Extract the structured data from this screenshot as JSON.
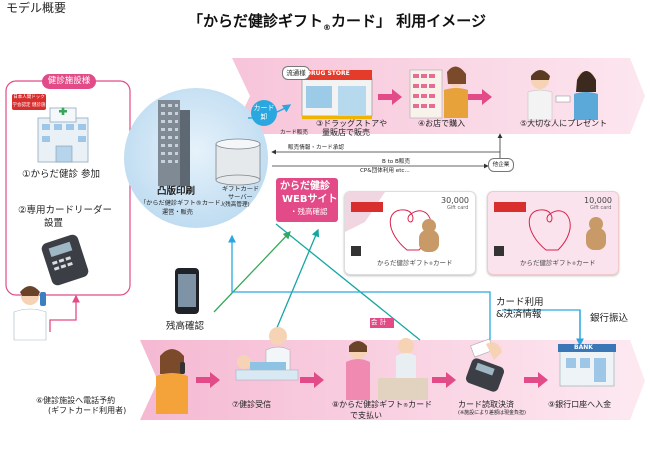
{
  "page_label": "モデル概要",
  "title": "「からだ健診ギフト",
  "title_reg": "®",
  "title_rest": "カード」 利用イメージ",
  "facility": {
    "tag": "健診施設様",
    "cert_badge": "日本人間ドック学会認定 健診施設",
    "step1": "①からだ健診 参加",
    "step2_line1": "②専用カードリーダー",
    "step2_line2": "設置"
  },
  "toppan": {
    "name": "凸版印刷",
    "sub": "「からだ健診ギフト®カード」",
    "sub2": "運営・販売"
  },
  "server": {
    "line1": "ギフトカード",
    "line2": "サーバー",
    "line3": "(残高管理)"
  },
  "website": {
    "line1": "からだ健診",
    "line2": "WEBサイト",
    "line3": "・残高確認"
  },
  "retail": {
    "distributor": "流通様",
    "card_wholesale": "カード卸",
    "card_sale": "カード販売",
    "store_sign": "DRUG STORE",
    "step3_line1": "③ドラッグストアや",
    "step3_line2": "量販店で販売",
    "step4": "④お店で購入",
    "step5": "⑤大切な人にプレゼント"
  },
  "flows": {
    "sales_info": "販売情報・カード承認",
    "b2b": "B to B販売",
    "cp": "CP&団体利用 etc...",
    "other_company": "他企業"
  },
  "cards": [
    {
      "amount": "30,000",
      "unit": "Gift card",
      "brand": "からだ健診ギフト",
      "reg": "®",
      "brand_tail": "カード",
      "color": "#ffffff"
    },
    {
      "amount": "10,000",
      "unit": "Gift card",
      "brand": "からだ健診ギフト",
      "reg": "®",
      "brand_tail": "カード",
      "color": "#fbe3ee"
    }
  ],
  "balance_check": "残高確認",
  "usage": {
    "card_use_line1": "カード利用",
    "card_use_line2": "&決済情報",
    "bank_transfer": "銀行振込",
    "cashier_sign": "会 計",
    "bank_sign": "BANK",
    "step6_line1": "⑥健診施設へ電話予約",
    "step6_line2": "(ギフトカード利用者)",
    "step7": "⑦健診受信",
    "step8_line1": "⑧からだ健診ギフト",
    "step8_reg": "®",
    "step8_tail": "カード",
    "step8_line2": "で支払い",
    "step_reader_line1": "カード読取決済",
    "step_reader_note": "(※施設により差額は現金負担)",
    "step9": "⑨銀行口座へ入金"
  },
  "colors": {
    "pink": "#e24b87",
    "pink_band": "#f7c9dc",
    "pink_band_light": "#fbe2ec",
    "blue": "#2aa7de",
    "green": "#37a95a",
    "teal": "#16a6a2",
    "globe": "#cfe6f6"
  }
}
